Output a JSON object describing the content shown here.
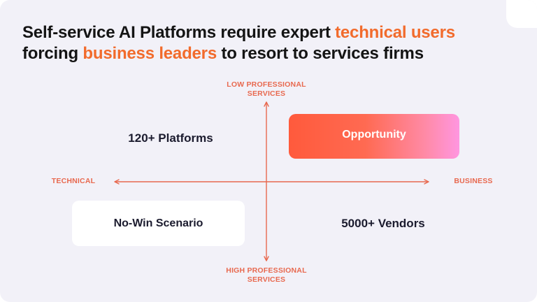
{
  "title": {
    "part1": "Self-service AI Platforms require expert ",
    "highlight1": "technical users",
    "part2": "forcing ",
    "highlight2": "business leaders",
    "part3": " to resort to services firms"
  },
  "axes": {
    "top_line1": "LOW PROFESSIONAL",
    "top_line2": "SERVICES",
    "bottom_line1": "HIGH PROFESSIONAL",
    "bottom_line2": "SERVICES",
    "left": "TECHNICAL",
    "right": "BUSINESS"
  },
  "quadrants": {
    "top_left": "120+ Platforms",
    "top_right": "Opportunity",
    "bottom_left": "No-Win Scenario",
    "bottom_right": "5000+ Vendors"
  },
  "colors": {
    "accent": "#f26b2c",
    "axis": "#e8694f",
    "background": "#f2f1f8",
    "opportunity_gradient_start": "#ff5a3c",
    "opportunity_gradient_end": "#ff96e0"
  }
}
